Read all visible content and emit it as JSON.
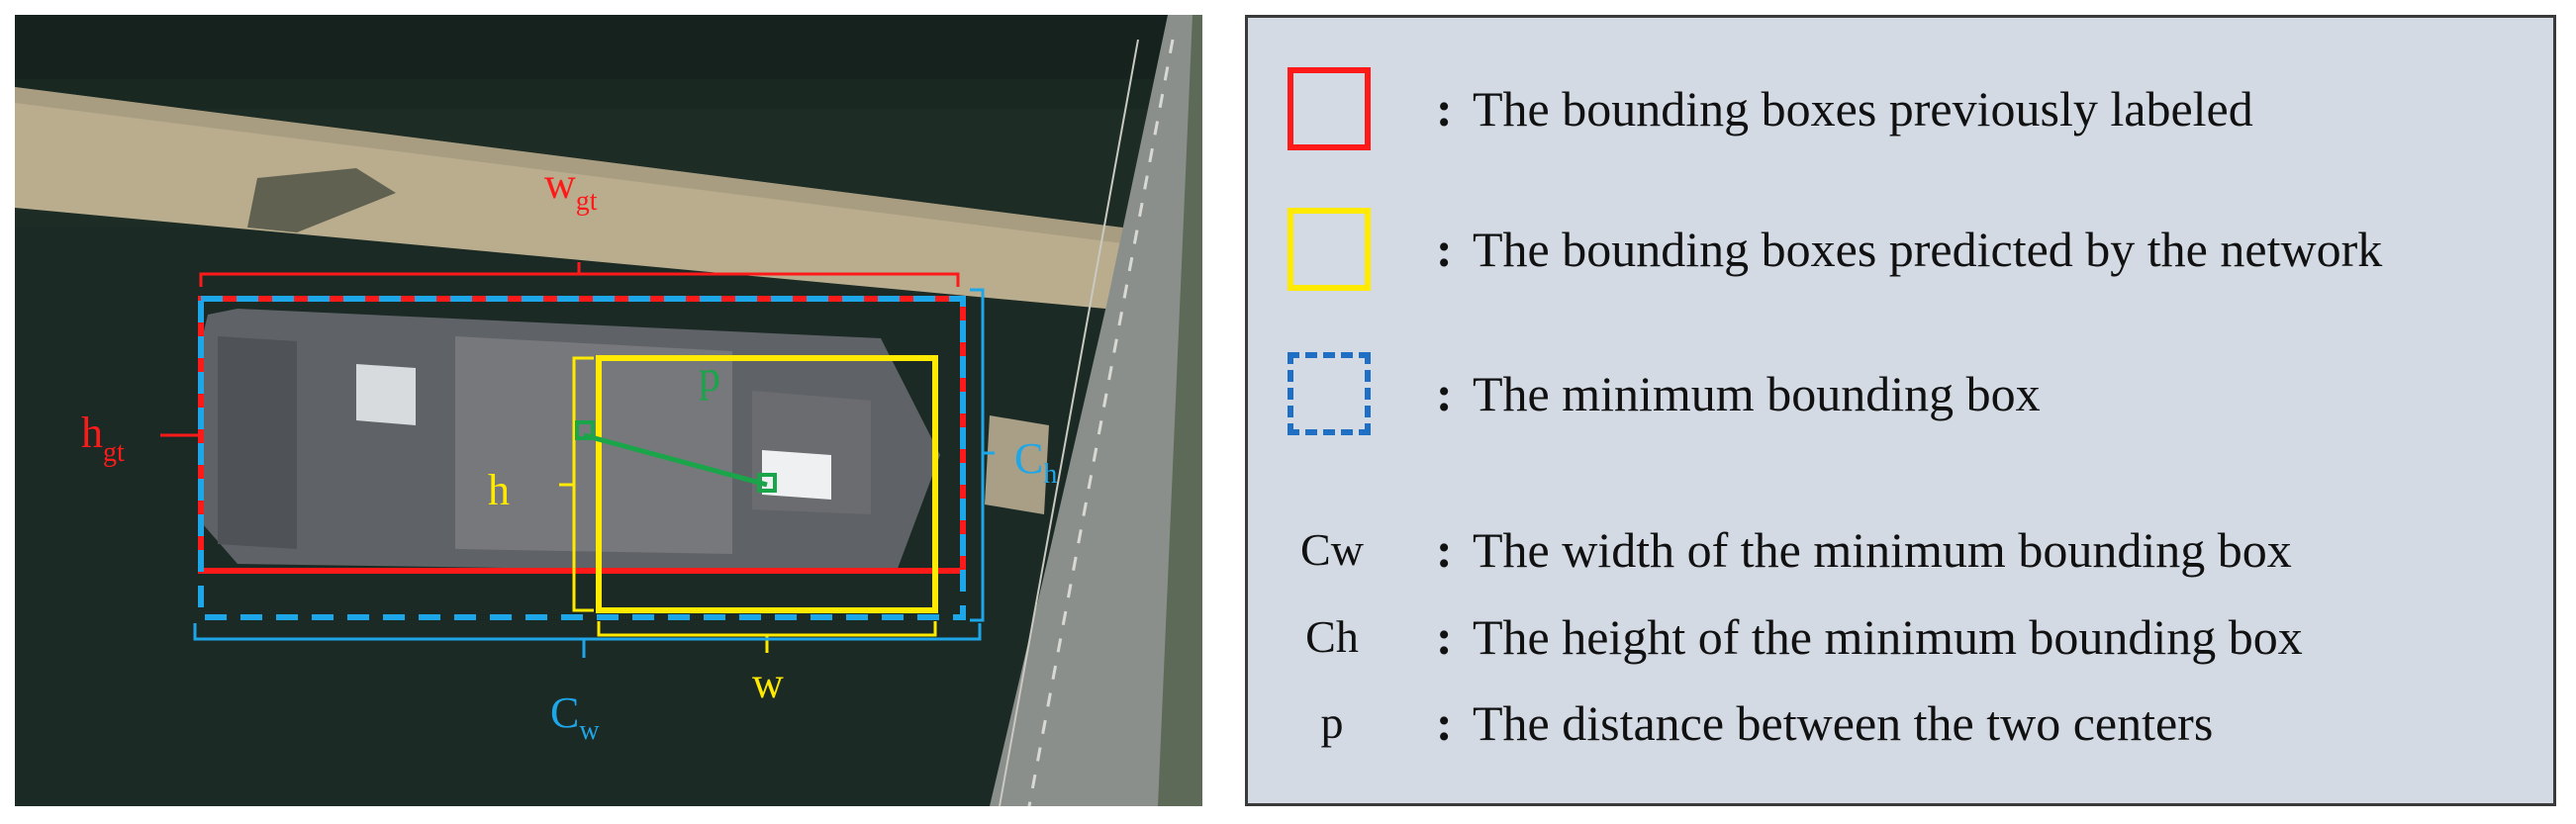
{
  "photo_labels": {
    "w_gt": {
      "base": "w",
      "sub": "gt"
    },
    "h_gt": {
      "base": "h",
      "sub": "gt"
    },
    "p": "p",
    "h": "h",
    "w": "w",
    "c_h": {
      "base": "C",
      "sub": "h"
    },
    "c_w": {
      "base": "C",
      "sub": "w"
    }
  },
  "legend": {
    "items": [
      {
        "type": "swatch",
        "style": "solid",
        "color": "#ff1a1a",
        "description": "The bounding boxes previously labeled"
      },
      {
        "type": "swatch",
        "style": "solid",
        "color": "#ffea00",
        "description": "The bounding boxes predicted by the network"
      },
      {
        "type": "swatch",
        "style": "dashed",
        "color": "#1f6fc5",
        "description": "The minimum bounding box"
      },
      {
        "type": "symbol",
        "symbol": "Cw",
        "description": "The width of the minimum bounding box"
      },
      {
        "type": "symbol",
        "symbol": "Ch",
        "description": "The height of the minimum bounding box"
      },
      {
        "type": "symbol",
        "symbol": "p",
        "description": "The distance between the two centers"
      }
    ],
    "separator": ":"
  },
  "colors": {
    "ground_truth_box": "#ff1a1a",
    "predicted_box": "#ffea00",
    "min_bounding_box": "#1ea7e8",
    "distance_line": "#1aa54a",
    "legend_background": "#d3dae4"
  }
}
